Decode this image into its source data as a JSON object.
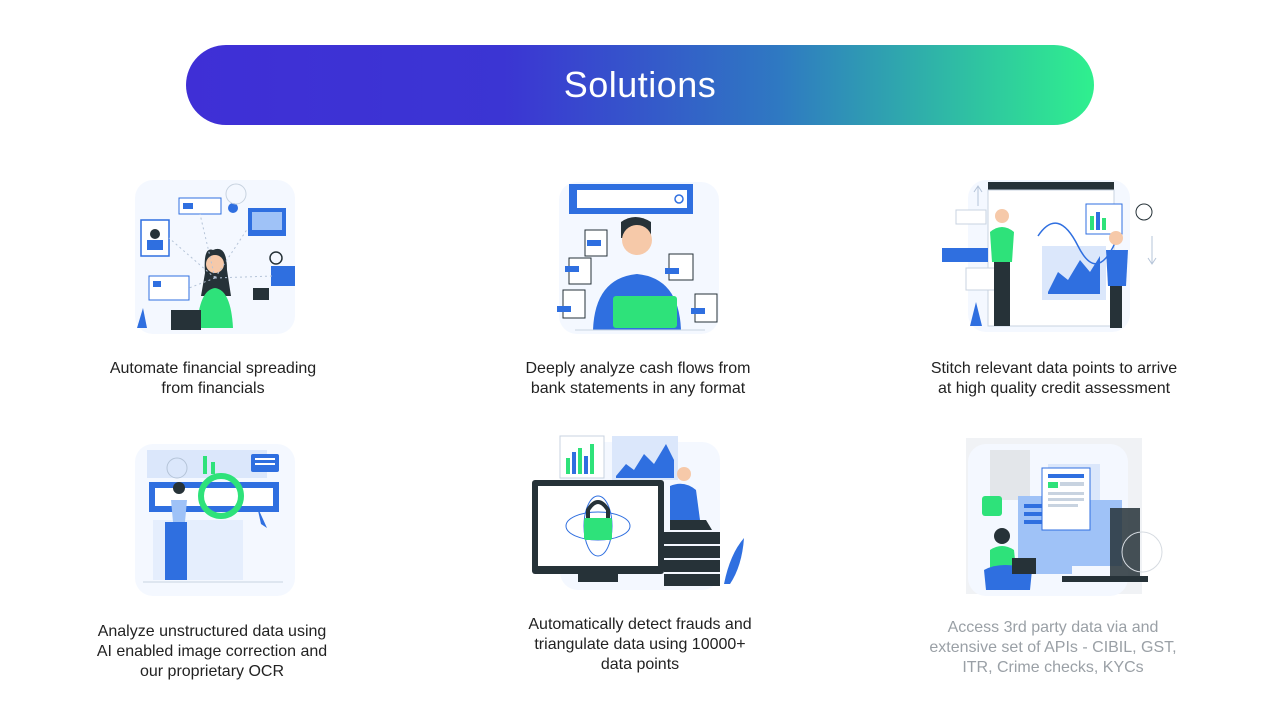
{
  "title": "Solutions",
  "cards": [
    {
      "lines": [
        "Automate financial spreading",
        "from financials"
      ],
      "icon": "financial-spreading-illustration"
    },
    {
      "lines": [
        "Deeply analyze cash flows from",
        "bank statements in any format"
      ],
      "icon": "cash-flow-illustration"
    },
    {
      "lines": [
        "Stitch relevant data points to arrive",
        "at high quality credit assessment"
      ],
      "icon": "credit-assessment-illustration"
    },
    {
      "lines": [
        "Analyze unstructured data using",
        "AI enabled image correction and",
        "our proprietary OCR"
      ],
      "icon": "ocr-illustration"
    },
    {
      "lines": [
        "Automatically detect frauds and",
        "triangulate data using 10000+",
        "data points"
      ],
      "icon": "fraud-detection-illustration"
    },
    {
      "lines": [
        "Access 3rd party data via and",
        "extensive set of APIs - CIBIL, GST,",
        "ITR, Crime checks, KYCs"
      ],
      "icon": "api-integration-illustration"
    }
  ],
  "colors": {
    "green": "#2ee27a",
    "blue": "#2f6fe0",
    "dark": "#263238",
    "light_blue": "#dbe7fb"
  }
}
